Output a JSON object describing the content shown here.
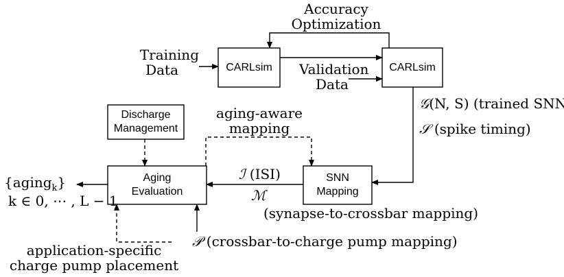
{
  "boxes": {
    "carlsim_train": "CARLsim",
    "carlsim_validate": "CARLsim",
    "discharge_line1": "Discharge",
    "discharge_line2": "Management",
    "aging_line1": "Aging",
    "aging_line2": "Evaluation",
    "snn_line1": "SNN",
    "snn_line2": "Mapping"
  },
  "labels": {
    "accuracy_line1": "Accuracy",
    "accuracy_line2": "Optimization",
    "training_line1": "Training",
    "training_line2": "Data",
    "validation_line1": "Validation",
    "validation_line2": "Data",
    "g_symbol": "𝒢",
    "g_rest": "(N, S) (trained SNN)",
    "s_symbol": "𝒮",
    "s_rest": "(spike timing)",
    "aging_aware_line1": "aging-aware",
    "aging_aware_line2": "mapping",
    "i_symbol": "ℐ",
    "i_rest": "(ISI)",
    "m_symbol": "ℳ",
    "synapse_mapping": "(synapse-to-crossbar mapping)",
    "output_set_open": "{aging",
    "output_set_sub": "k",
    "output_set_close": "}",
    "output_range": "k ∈ 0, ⋯ , L − 1",
    "p_symbol": "𝒫",
    "p_rest": "(crossbar-to-charge pump mapping)",
    "placement_line1": "application-specific",
    "placement_line2": "charge pump placement"
  }
}
